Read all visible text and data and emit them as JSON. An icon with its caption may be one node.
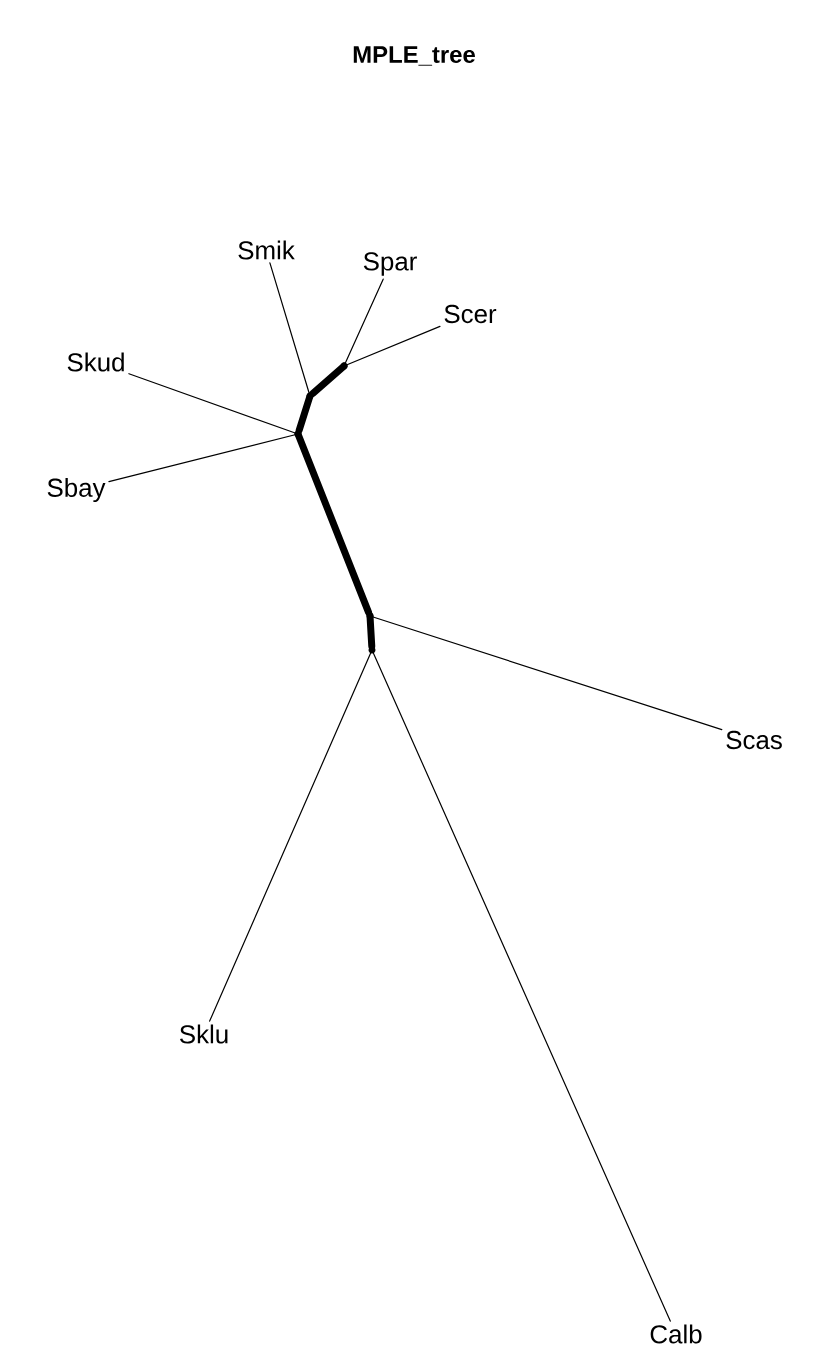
{
  "diagram": {
    "title": "MPLE_tree",
    "nodes": [
      {
        "text": [
          "Smik"
        ]
      },
      {
        "text": [
          "Spar"
        ]
      },
      {
        "text": [
          "Scer"
        ]
      },
      {
        "text": [
          "Skud"
        ]
      },
      {
        "text": [
          "Sbay"
        ]
      },
      {
        "text": [
          "Scas"
        ]
      },
      {
        "text": [
          "Sklu"
        ]
      },
      {
        "text": [
          "Calb"
        ]
      },
      {
        "text": [],
        "shape": "point"
      },
      {
        "text": [],
        "shape": "point"
      },
      {
        "text": [],
        "shape": "point"
      },
      {
        "text": [],
        "shape": "point"
      },
      {
        "text": [],
        "shape": "point"
      }
    ],
    "edges": [
      {
        "from": 8,
        "to": 1,
        "arrow": "none"
      },
      {
        "from": 8,
        "to": 2,
        "arrow": "none"
      },
      {
        "from": 8,
        "to": 9,
        "arrow": "none",
        "style": "thick"
      },
      {
        "from": 9,
        "to": 0,
        "arrow": "none"
      },
      {
        "from": 9,
        "to": 10,
        "arrow": "none",
        "style": "thick"
      },
      {
        "from": 10,
        "to": 3,
        "arrow": "none"
      },
      {
        "from": 10,
        "to": 4,
        "arrow": "none"
      },
      {
        "from": 10,
        "to": 11,
        "arrow": "none",
        "style": "thick"
      },
      {
        "from": 11,
        "to": 5,
        "arrow": "none"
      },
      {
        "from": 11,
        "to": 12,
        "arrow": "none",
        "style": "thick"
      },
      {
        "from": 12,
        "to": 6,
        "arrow": "none"
      },
      {
        "from": 12,
        "to": 7,
        "arrow": "none"
      }
    ]
  }
}
